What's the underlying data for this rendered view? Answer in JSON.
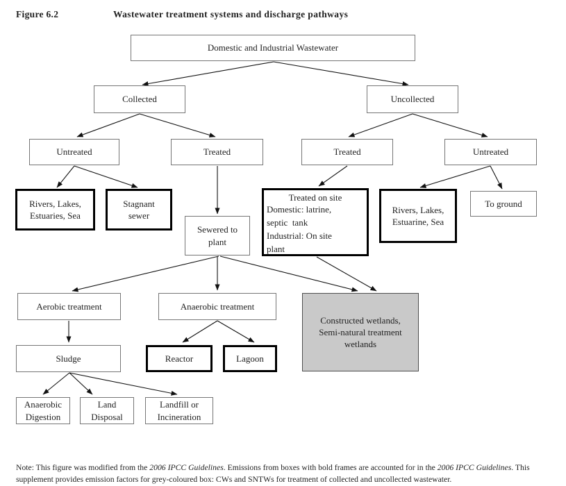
{
  "header": {
    "figure_label": "Figure 6.2",
    "title": "Wastewater treatment systems and discharge pathways"
  },
  "nodes": {
    "wastewater": {
      "label": "Domestic and Industrial Wastewater",
      "frame": "thin"
    },
    "collected": {
      "label": "Collected",
      "frame": "thin"
    },
    "uncollected": {
      "label": "Uncollected",
      "frame": "thin"
    },
    "collected_untreated": {
      "label": "Untreated",
      "frame": "thin"
    },
    "collected_treated": {
      "label": "Treated",
      "frame": "thin"
    },
    "uncollected_treated": {
      "label": "Treated",
      "frame": "thin"
    },
    "uncollected_untreated": {
      "label": "Untreated",
      "frame": "thin"
    },
    "rivers_collected": {
      "label": "Rivers, Lakes,\nEstuaries, Sea",
      "frame": "bold"
    },
    "stagnant_sewer": {
      "label": "Stagnant\nsewer",
      "frame": "bold"
    },
    "sewered_to_plant": {
      "label": "Sewered to\nplant",
      "frame": "thin"
    },
    "treated_on_site": {
      "title": "Treated on site",
      "body": "Domestic: latrine,\nseptic  tank\nIndustrial: On site\nplant",
      "frame": "bold"
    },
    "rivers_uncollected": {
      "label": "Rivers, Lakes,\nEstuarine, Sea",
      "frame": "bold"
    },
    "to_ground": {
      "label": "To ground",
      "frame": "thin"
    },
    "aerobic_treatment": {
      "label": "Aerobic treatment",
      "frame": "thin"
    },
    "anaerobic_treatment": {
      "label": "Anaerobic treatment",
      "frame": "thin"
    },
    "constructed_wetlands": {
      "label": "Constructed wetlands,\nSemi-natural treatment\nwetlands",
      "frame": "grey"
    },
    "sludge": {
      "label": "Sludge",
      "frame": "thin"
    },
    "reactor": {
      "label": "Reactor",
      "frame": "bold"
    },
    "lagoon": {
      "label": "Lagoon",
      "frame": "bold"
    },
    "anaerobic_digestion": {
      "label": "Anaerobic\nDigestion",
      "frame": "thin"
    },
    "land_disposal": {
      "label": "Land\nDisposal",
      "frame": "thin"
    },
    "landfill_incineration": {
      "label": "Landfill or\nIncineration",
      "frame": "thin"
    }
  },
  "edges": [
    {
      "from": "wastewater",
      "to": "collected"
    },
    {
      "from": "wastewater",
      "to": "uncollected"
    },
    {
      "from": "collected",
      "to": "collected_untreated"
    },
    {
      "from": "collected",
      "to": "collected_treated"
    },
    {
      "from": "uncollected",
      "to": "uncollected_treated"
    },
    {
      "from": "uncollected",
      "to": "uncollected_untreated"
    },
    {
      "from": "collected_untreated",
      "to": "rivers_collected"
    },
    {
      "from": "collected_untreated",
      "to": "stagnant_sewer"
    },
    {
      "from": "collected_treated",
      "to": "sewered_to_plant"
    },
    {
      "from": "uncollected_treated",
      "to": "treated_on_site"
    },
    {
      "from": "uncollected_untreated",
      "to": "rivers_uncollected"
    },
    {
      "from": "uncollected_untreated",
      "to": "to_ground"
    },
    {
      "from": "sewered_to_plant",
      "to": "aerobic_treatment"
    },
    {
      "from": "sewered_to_plant",
      "to": "anaerobic_treatment"
    },
    {
      "from": "sewered_to_plant",
      "to": "constructed_wetlands"
    },
    {
      "from": "treated_on_site",
      "to": "constructed_wetlands"
    },
    {
      "from": "aerobic_treatment",
      "to": "sludge"
    },
    {
      "from": "anaerobic_treatment",
      "to": "reactor"
    },
    {
      "from": "anaerobic_treatment",
      "to": "lagoon"
    },
    {
      "from": "sludge",
      "to": "anaerobic_digestion"
    },
    {
      "from": "sludge",
      "to": "land_disposal"
    },
    {
      "from": "sludge",
      "to": "landfill_incineration"
    }
  ],
  "note": {
    "prefix": "Note: This figure was modified from the ",
    "italic1": "2006 IPCC Guidelines",
    "middle": ". Emissions from boxes with bold frames are accounted for in the ",
    "italic2": "2006 IPCC Guidelines",
    "suffix": ". This supplement provides emission factors for grey-coloured box: CWs and SNTWs for treatment of collected and uncollected wastewater."
  },
  "colors": {
    "grey_box_fill": "#c9c9c9",
    "bold_frame": "#000000",
    "thin_frame": "#757575",
    "arrow": "#111111"
  }
}
